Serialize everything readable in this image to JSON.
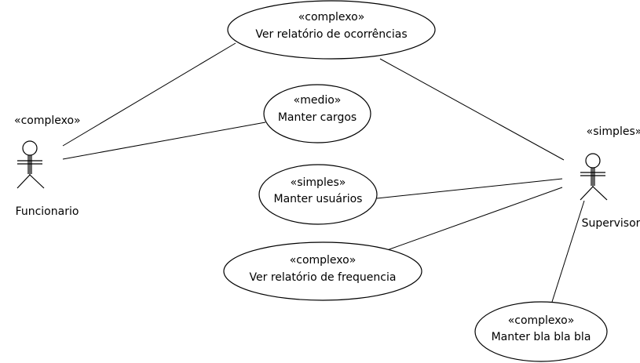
{
  "actors": [
    {
      "id": "funcionario",
      "stereotype": "«complexo»",
      "name": "Funcionario"
    },
    {
      "id": "supervisor",
      "stereotype": "«simples»",
      "name": "Supervisor"
    }
  ],
  "use_cases": [
    {
      "id": "ver-relatorio-ocorrencias",
      "stereotype": "«complexo»",
      "name": "Ver relatório de ocorrências"
    },
    {
      "id": "manter-cargos",
      "stereotype": "«medio»",
      "name": "Manter cargos"
    },
    {
      "id": "manter-usuarios",
      "stereotype": "«simples»",
      "name": "Manter usuários"
    },
    {
      "id": "ver-relatorio-frequencia",
      "stereotype": "«complexo»",
      "name": "Ver relatório de frequencia"
    },
    {
      "id": "manter-bla",
      "stereotype": "«complexo»",
      "name": "Manter bla bla bla"
    }
  ],
  "associations": [
    {
      "from": "funcionario",
      "to": "ver-relatorio-ocorrencias"
    },
    {
      "from": "funcionario",
      "to": "manter-cargos"
    },
    {
      "from": "supervisor",
      "to": "ver-relatorio-ocorrencias"
    },
    {
      "from": "supervisor",
      "to": "manter-usuarios"
    },
    {
      "from": "supervisor",
      "to": "ver-relatorio-frequencia"
    },
    {
      "from": "supervisor",
      "to": "manter-bla"
    }
  ]
}
